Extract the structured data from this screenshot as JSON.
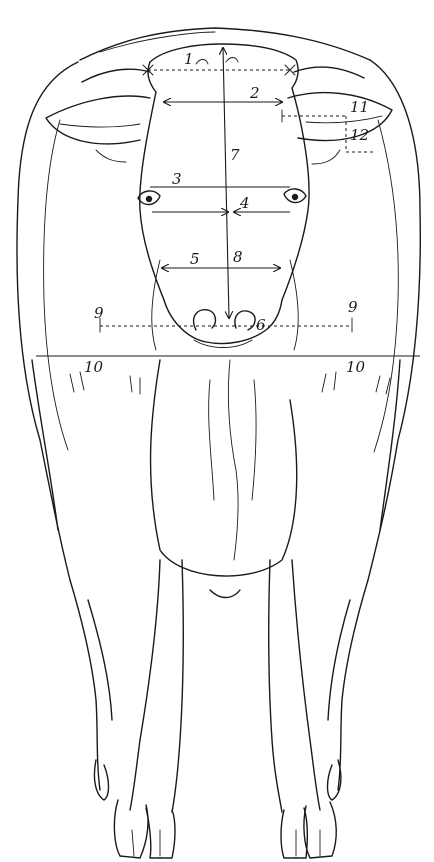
{
  "diagram": {
    "labels": {
      "m1": "1",
      "m2": "2",
      "m3": "3",
      "m4": "4",
      "m5": "5",
      "m6": "6",
      "m7": "7",
      "m8": "8",
      "m9_left": "9",
      "m9_right": "9",
      "m10_left": "10",
      "m10_right": "10",
      "m11": "11",
      "m12": "12"
    }
  }
}
